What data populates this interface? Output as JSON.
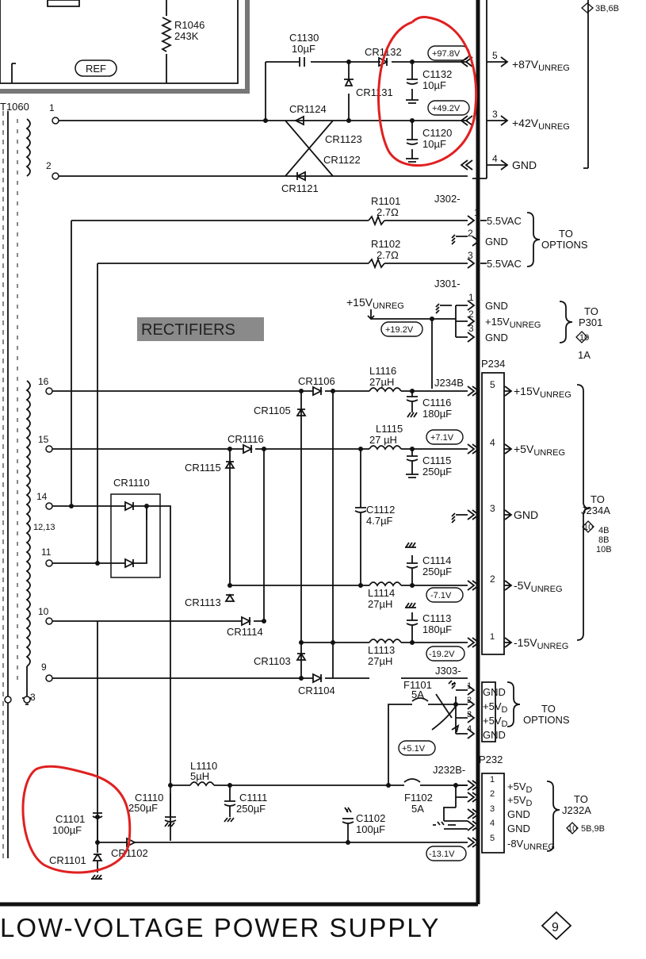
{
  "title": "LOW-VOLTAGE POWER SUPPLY",
  "sheet_number": "9",
  "top_ref": "3B,6B",
  "ref_label": "REF",
  "block_label": "RECTIFIERS",
  "transformer": "T1060",
  "r1046": {
    "ref": "R1046",
    "value": "243K"
  },
  "secondary_taps": [
    "1",
    "2",
    "16",
    "15",
    "14",
    "12,13",
    "11",
    "10",
    "9",
    "3"
  ],
  "components": {
    "c1130": {
      "ref": "C1130",
      "value": "10µF"
    },
    "cr1132": "CR1132",
    "cr1131": "CR1131",
    "c1132": {
      "ref": "C1132",
      "value": "10µF"
    },
    "cr1124": "CR1124",
    "cr1123": "CR1123",
    "cr1122": "CR1122",
    "cr1121": "CR1121",
    "c1120": {
      "ref": "C1120",
      "value": "10µF"
    },
    "r1101": {
      "ref": "R1101",
      "value": "2.7Ω"
    },
    "r1102": {
      "ref": "R1102",
      "value": "2.7Ω"
    },
    "cr1106": "CR1106",
    "cr1105": "CR1105",
    "l1116": {
      "ref": "L1116",
      "value": "27µH"
    },
    "c1116": {
      "ref": "C1116",
      "value": "180µF"
    },
    "cr1116": "CR1116",
    "cr1115": "CR1115",
    "l1115": {
      "ref": "L1115",
      "value": "27 µH"
    },
    "c1115": {
      "ref": "C1115",
      "value": "250µF"
    },
    "cr1110": "CR1110",
    "c1112": {
      "ref": "C1112",
      "value": "4.7µF"
    },
    "c1114": {
      "ref": "C1114",
      "value": "250µF"
    },
    "l1114": {
      "ref": "L1114",
      "value": "27µH"
    },
    "cr1113": "CR1113",
    "cr1114": "CR1114",
    "c1113": {
      "ref": "C1113",
      "value": "180µF"
    },
    "l1113": {
      "ref": "L1113",
      "value": "27µH"
    },
    "cr1103": "CR1103",
    "cr1104": "CR1104",
    "f1101": {
      "ref": "F1101",
      "value": "5A"
    },
    "f1102": {
      "ref": "F1102",
      "value": "5A"
    },
    "l1110": {
      "ref": "L1110",
      "value": "5µH"
    },
    "c1110": {
      "ref": "C1110",
      "value": "250µF"
    },
    "c1111": {
      "ref": "C1111",
      "value": "250µF"
    },
    "c1102": {
      "ref": "C1102",
      "value": "100µF"
    },
    "c1101": {
      "ref": "C1101",
      "value": "100µF"
    },
    "cr1101": "CR1101",
    "cr1102": "CR1102"
  },
  "test_voltages": [
    "+97.8V",
    "+49.2V",
    "+19.2V",
    "+7.1V",
    "-7.1V",
    "-19.2V",
    "+5.1V",
    "-13.1V"
  ],
  "connectors": {
    "j302": "J302-",
    "j301": "J301-",
    "p234": "P234",
    "j234b": "J234B",
    "j303": "J303-",
    "j232b": "J232B-",
    "p232": "P232"
  },
  "outputs_top": [
    {
      "pin": "5",
      "label": "+87V",
      "sub": "UNREG"
    },
    {
      "pin": "3",
      "label": "+42V",
      "sub": "UNREG"
    },
    {
      "pin": "4",
      "label": "GND",
      "sub": ""
    }
  ],
  "outputs_j302": [
    {
      "pin": "1",
      "label": "5.5VAC"
    },
    {
      "pin": "2",
      "label": "GND"
    },
    {
      "pin": "3",
      "label": "5.5VAC"
    }
  ],
  "to_options_1": {
    "to": "TO",
    "dest": "OPTIONS"
  },
  "j301_rail": {
    "label": "+15V",
    "sub": "UNREG"
  },
  "outputs_j301": [
    {
      "pin": "1",
      "label": "GND",
      "sub": ""
    },
    {
      "pin": "2",
      "label": "+15V",
      "sub": "UNREG"
    },
    {
      "pin": "3",
      "label": "GND",
      "sub": ""
    }
  ],
  "to_p301": {
    "to": "TO",
    "dest": "P301",
    "sheet": "10",
    "loc": "1A"
  },
  "outputs_p234": [
    {
      "pin": "5",
      "label": "+15V",
      "sub": "UNREG"
    },
    {
      "pin": "4",
      "label": "+5V",
      "sub": "UNREG"
    },
    {
      "pin": "3",
      "label": "GND",
      "sub": ""
    },
    {
      "pin": "2",
      "label": "-5V",
      "sub": "UNREG"
    },
    {
      "pin": "1",
      "label": "-15V",
      "sub": "UNREG"
    }
  ],
  "to_j234a": {
    "to": "TO",
    "dest": "J234A",
    "sheet": "10",
    "locs": [
      "4B",
      "8B",
      "10B"
    ]
  },
  "outputs_j303": [
    {
      "pin": "1",
      "label": "GND",
      "sub": ""
    },
    {
      "pin": "2",
      "label": "+5V",
      "sub": "D"
    },
    {
      "pin": "3",
      "label": "+5V",
      "sub": "D"
    },
    {
      "pin": "4",
      "label": "GND",
      "sub": ""
    }
  ],
  "to_options_2": {
    "to": "TO",
    "dest": "OPTIONS"
  },
  "outputs_p232": [
    {
      "pin": "1",
      "label": "+5V",
      "sub": "D"
    },
    {
      "pin": "2",
      "label": "+5V",
      "sub": "D"
    },
    {
      "pin": "3",
      "label": "GND",
      "sub": ""
    },
    {
      "pin": "4",
      "label": "GND",
      "sub": ""
    },
    {
      "pin": "5",
      "label": "-8V",
      "sub": "UNREG"
    }
  ],
  "to_j232a": {
    "to": "TO",
    "dest": "J232A",
    "sheet": "10",
    "loc": "5B,9B"
  },
  "highlight_color": "#e02020"
}
